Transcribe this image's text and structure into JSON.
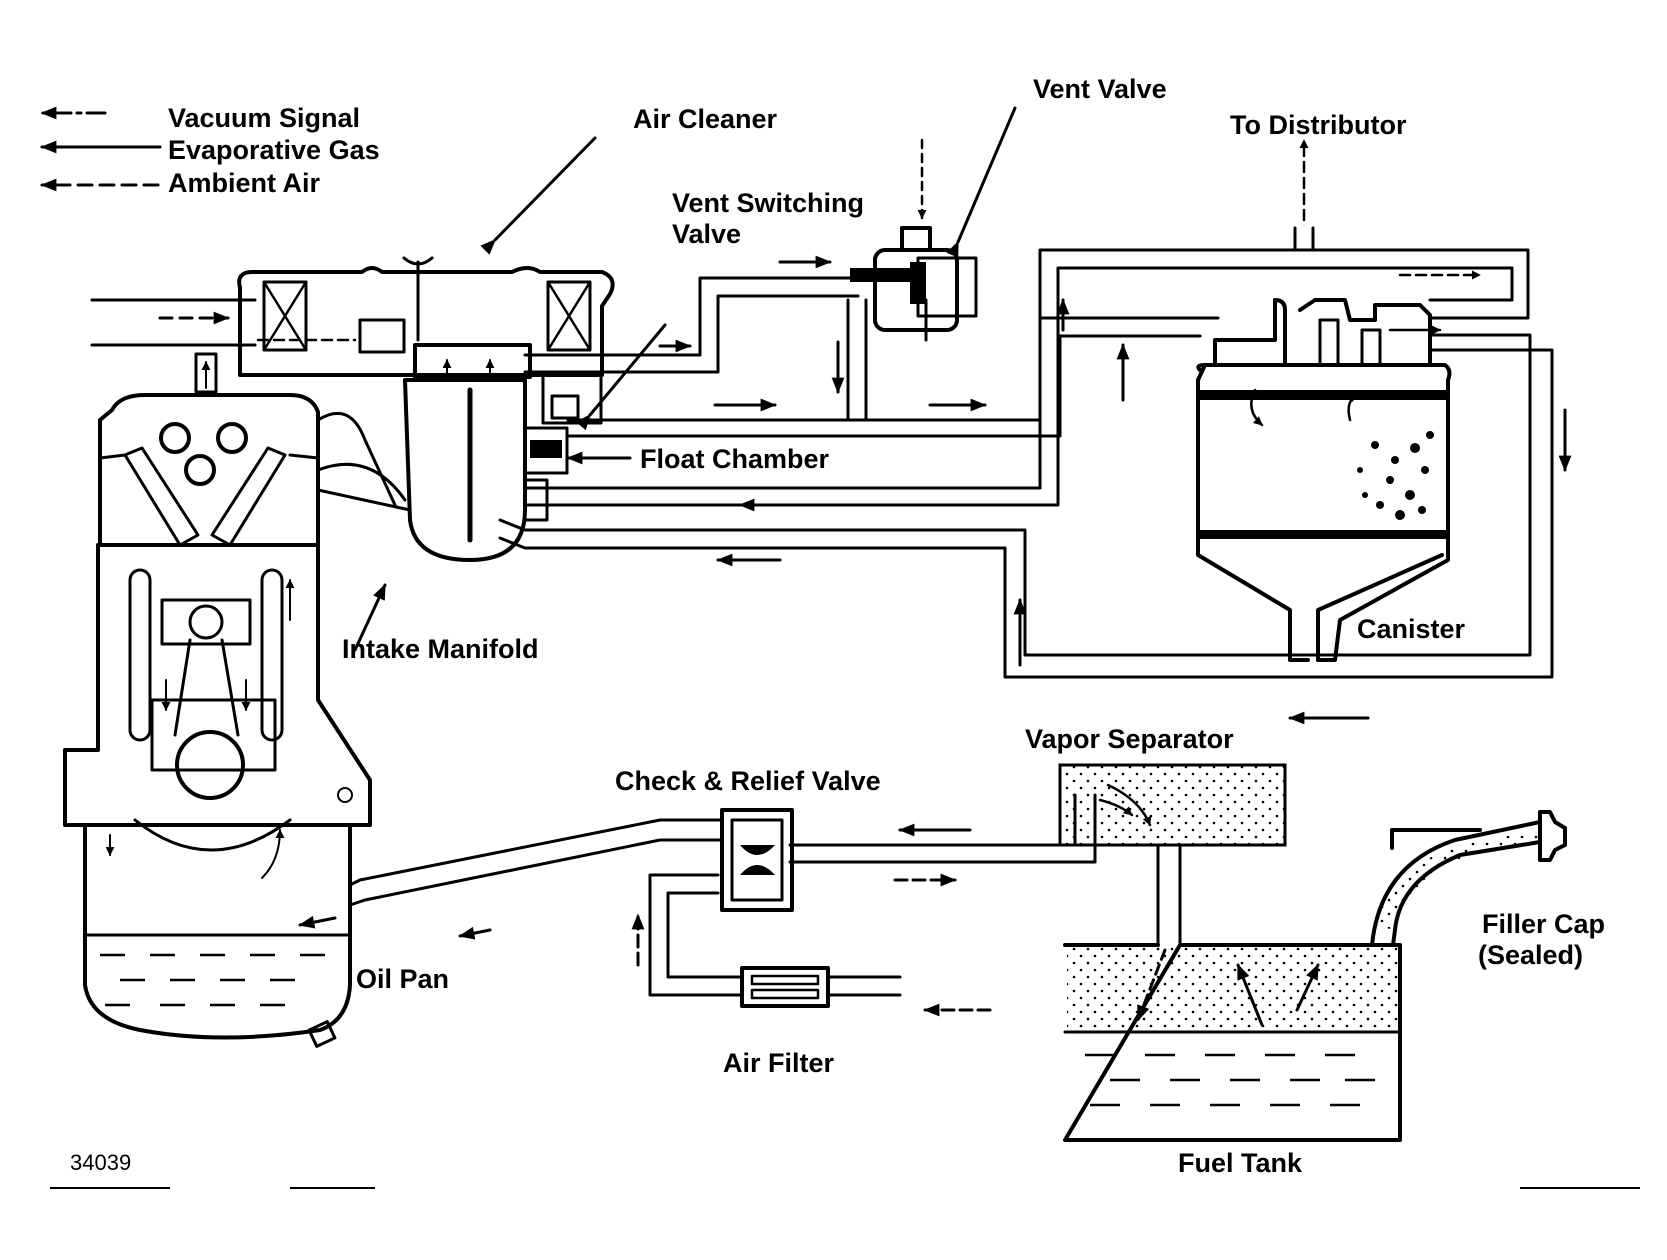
{
  "legend": [
    {
      "key": "vacuum",
      "label": "Vacuum Signal"
    },
    {
      "key": "evap",
      "label": "Evaporative Gas"
    },
    {
      "key": "ambient",
      "label": "Ambient Air"
    }
  ],
  "labels": {
    "air_cleaner": "Air Cleaner",
    "vent_valve": "Vent Valve",
    "to_distributor": "To Distributor",
    "vent_switching_line1": "Vent Switching",
    "vent_switching_line2": "Valve",
    "float_chamber": "Float Chamber",
    "intake_manifold": "Intake Manifold",
    "canister": "Canister",
    "vapor_separator": "Vapor Separator",
    "check_relief_valve": "Check & Relief Valve",
    "oil_pan": "Oil Pan",
    "air_filter": "Air Filter",
    "filler_cap_line1": "Filler Cap",
    "filler_cap_line2": "(Sealed)",
    "fuel_tank": "Fuel Tank"
  },
  "figure_number": "34039",
  "colors": {
    "ink": "#000000",
    "paper": "#ffffff"
  }
}
